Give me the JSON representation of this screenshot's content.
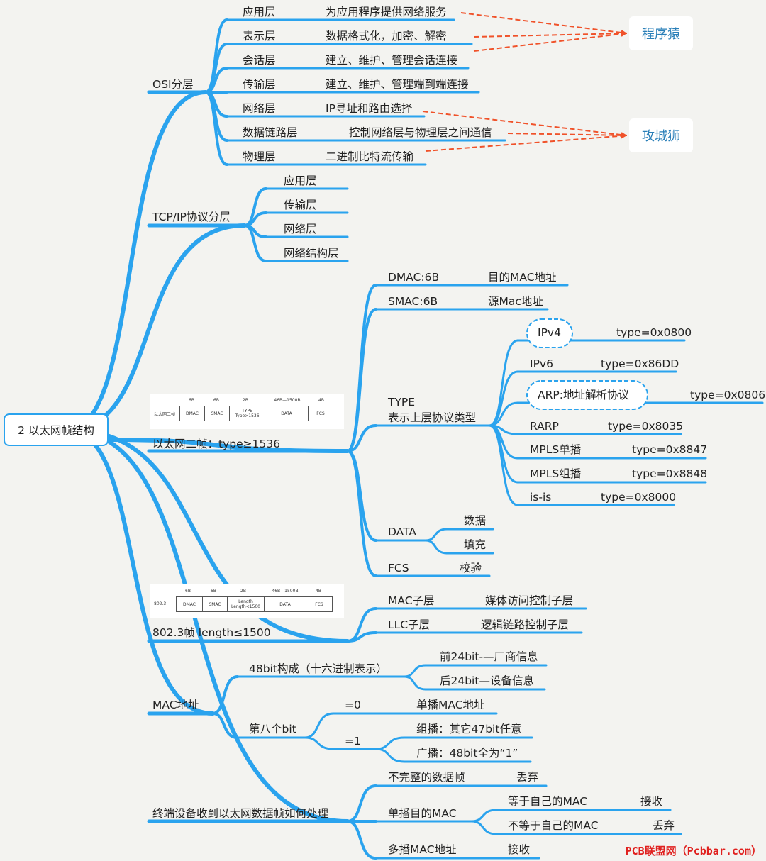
{
  "root": "2 以太网帧结构",
  "callouts": {
    "coder": "程序猿",
    "attacker": "攻城狮"
  },
  "osi": {
    "title": "OSI分层",
    "layers": [
      {
        "name": "应用层",
        "desc": "为应用程序提供网络服务"
      },
      {
        "name": "表示层",
        "desc": "数据格式化，加密、解密"
      },
      {
        "name": "会话层",
        "desc": "建立、维护、管理会话连接"
      },
      {
        "name": "传输层",
        "desc": "建立、维护、管理端到端连接"
      },
      {
        "name": "网络层",
        "desc": "IP寻址和路由选择"
      },
      {
        "name": "数据链路层",
        "desc": "控制网络层与物理层之间通信"
      },
      {
        "name": "物理层",
        "desc": "二进制比特流传输"
      }
    ]
  },
  "tcpip": {
    "title": "TCP/IP协议分层",
    "layers": [
      "应用层",
      "传输层",
      "网络层",
      "网络结构层"
    ]
  },
  "ethernet2": {
    "title": "以太网二帧：type≥1536",
    "frame": {
      "label": "以太网二帧",
      "cells": [
        "DMAC",
        "SMAC",
        "TYPE",
        "DATA",
        "FCS"
      ],
      "sizes": [
        "6B",
        "6B",
        "2B",
        "46B—1500B",
        "4B"
      ],
      "type_note": "Type>1536"
    },
    "dmac": {
      "name": "DMAC:6B",
      "desc": "目的MAC地址"
    },
    "smac": {
      "name": "SMAC:6B",
      "desc": "源Mac地址"
    },
    "type": {
      "name": "TYPE",
      "sub": "表示上层协议类型",
      "protocols": [
        {
          "name": "IPv4",
          "value": "type=0x0800"
        },
        {
          "name": "IPv6",
          "value": "type=0x86DD"
        },
        {
          "name": "ARP:地址解析协议",
          "value": "type=0x0806"
        },
        {
          "name": "RARP",
          "value": "type=0x8035"
        },
        {
          "name": "MPLS单播",
          "value": "type=0x8847"
        },
        {
          "name": "MPLS组播",
          "value": "type=0x8848"
        },
        {
          "name": "is-is",
          "value": "type=0x8000"
        }
      ]
    },
    "data": {
      "name": "DATA",
      "items": [
        "数据",
        "填充"
      ]
    },
    "fcs": {
      "name": "FCS",
      "item": "校验"
    }
  },
  "ieee8023": {
    "title": "802.3帧 length≤1500",
    "frame": {
      "label": "802.3",
      "cells": [
        "DMAC",
        "SMAC",
        "Length",
        "DATA",
        "FCS"
      ],
      "sizes": [
        "6B",
        "6B",
        "2B",
        "46B—1500B",
        "4B"
      ],
      "length_note": "Length<1500"
    },
    "mac": {
      "name": "MAC子层",
      "desc": "媒体访问控制子层"
    },
    "llc": {
      "name": "LLC子层",
      "desc": "逻辑链路控制子层"
    }
  },
  "mac": {
    "title": "MAC地址",
    "bits48": {
      "name": "48bit构成（十六进制表示）",
      "items": [
        "前24bit-—厂商信息",
        "后24bit—设备信息"
      ]
    },
    "eighth": {
      "name": "第八个bit",
      "zero": {
        "name": "=0",
        "item": "单播MAC地址"
      },
      "one": {
        "name": "=1",
        "items": [
          "组播：其它47bit任意",
          "广播：48bit全为“1”"
        ]
      }
    }
  },
  "receive": {
    "title": "终端设备收到以太网数据帧如何处理",
    "incomplete": {
      "name": "不完整的数据帧",
      "action": "丢弃"
    },
    "unicast": {
      "name": "单播目的MAC",
      "equal": {
        "name": "等于自己的MAC",
        "action": "接收"
      },
      "notequal": {
        "name": "不等于自己的MAC",
        "action": "丢弃"
      }
    },
    "multicast": {
      "name": "多播MAC地址",
      "action": "接收"
    }
  },
  "watermark": "PCB联盟网（Pcbbar.com）",
  "colors": {
    "branch": "#2aa3ee",
    "arrow": "#f0522a",
    "background": "#f3f3f0",
    "callout_text": "#2a7fb8"
  }
}
